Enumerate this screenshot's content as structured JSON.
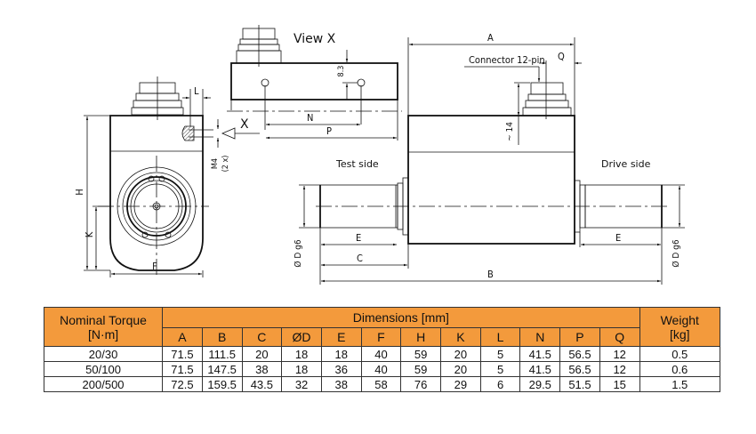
{
  "drawing": {
    "view_x_label": "View X",
    "x_marker": "X",
    "connector_label": "Connector 12-pin",
    "test_side_label": "Test side",
    "drive_side_label": "Drive side",
    "dim_labels": {
      "A": "A",
      "B": "B",
      "C": "C",
      "D": "Ø D g6",
      "E": "E",
      "F": "F",
      "H": "H",
      "K": "K",
      "L": "L",
      "N": "N",
      "P": "P",
      "Q": "Q",
      "dim_8_3": "8.3",
      "dim_14": "~ 14",
      "thread": "M4",
      "thread_count": "(2 x)"
    }
  },
  "table": {
    "torque_header_line1": "Nominal Torque",
    "torque_header_line2": "[N·m]",
    "dimensions_header": "Dimensions [mm]",
    "weight_header_line1": "Weight",
    "weight_header_line2": "[kg]",
    "columns": [
      "A",
      "B",
      "C",
      "ØD",
      "E",
      "F",
      "H",
      "K",
      "L",
      "N",
      "P",
      "Q"
    ],
    "rows": [
      {
        "torque": "20/30",
        "values": [
          "71.5",
          "111.5",
          "20",
          "18",
          "18",
          "40",
          "59",
          "20",
          "5",
          "41.5",
          "56.5",
          "12"
        ],
        "weight": "0.5"
      },
      {
        "torque": "50/100",
        "values": [
          "71.5",
          "147.5",
          "38",
          "18",
          "36",
          "40",
          "59",
          "20",
          "5",
          "41.5",
          "56.5",
          "12"
        ],
        "weight": "0.6"
      },
      {
        "torque": "200/500",
        "values": [
          "72.5",
          "159.5",
          "43.5",
          "32",
          "38",
          "58",
          "76",
          "29",
          "6",
          "29.5",
          "51.5",
          "15"
        ],
        "weight": "1.5"
      }
    ]
  }
}
